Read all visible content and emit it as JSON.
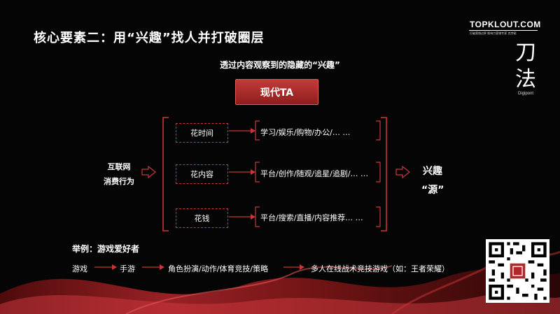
{
  "title": "核心要素二：用“兴趣”找人并打破圈层",
  "brand": {
    "name": "TOPKLOUT.COM",
    "sub": "打破营销边界 影响力营销专家 克劳锐",
    "logo_chars": [
      "刀",
      "法"
    ],
    "logo_en": "Digipont"
  },
  "subtitle": "透过内容观察到的隐藏的“兴趣”",
  "center_button": "现代TA",
  "left_label": [
    "互联网",
    "消费行为"
  ],
  "rows": [
    {
      "box": "花时间",
      "text": "学习/娱乐/购物/办公/… …"
    },
    {
      "box": "花内容",
      "text": "平台/创作/随观/追星/追剧/… …"
    },
    {
      "box": "花钱",
      "text": "平台/搜索/直播/内容推荐… …"
    }
  ],
  "right_label": [
    "兴趣",
    "“源”"
  ],
  "example": {
    "heading": "举例：游戏爱好者",
    "flow": [
      "游戏",
      "手游",
      "角色扮演/动作/体育竞技/策略",
      "多人在线战术竞技游戏（如：王者荣耀）"
    ]
  },
  "colors": {
    "accent": "#c8363a",
    "background": "#050505"
  },
  "icons": [
    "qr-code-icon"
  ]
}
